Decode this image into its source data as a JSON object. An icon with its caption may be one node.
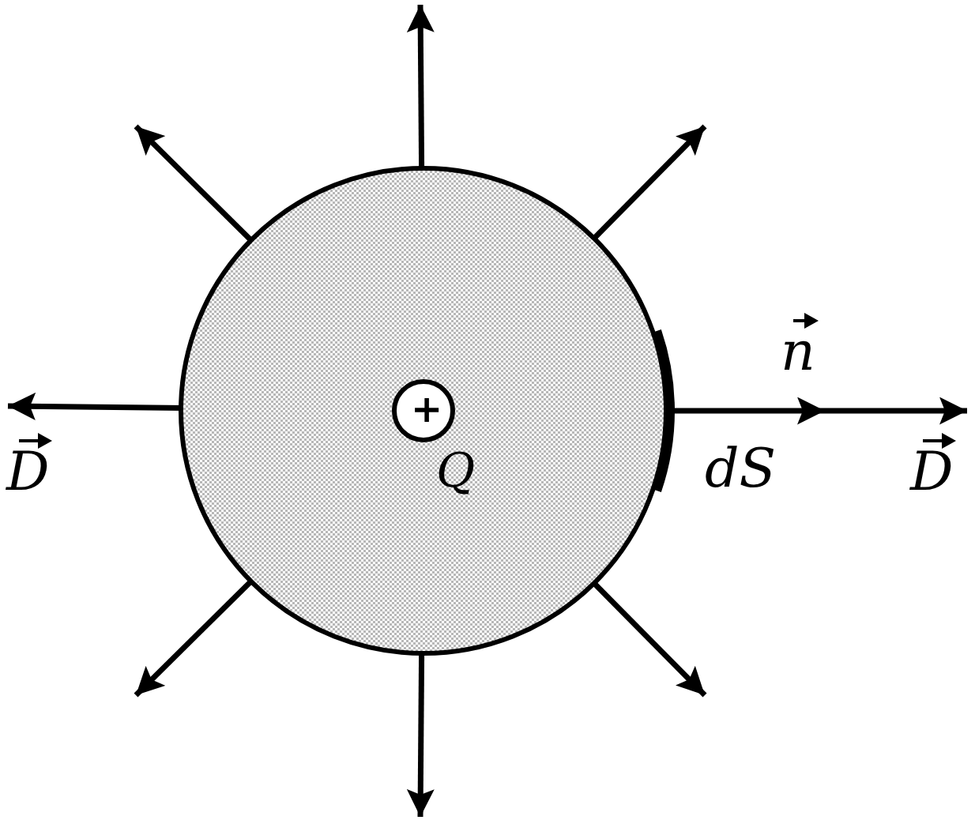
{
  "diagram": {
    "nodes": [
      {
        "text": [],
        "shape": "circle"
      },
      {
        "text": [
          "+"
        ],
        "in": 0,
        "beside": [
          "Q"
        ]
      }
    ],
    "edges": [
      {
        "from": 1,
        "to": null,
        "arrow": "to"
      },
      {
        "from": 1,
        "to": null,
        "arrow": "to"
      },
      {
        "from": 1,
        "to": null,
        "arrow": "to"
      },
      {
        "from": 1,
        "to": null,
        "arrow": "to"
      },
      {
        "from": 1,
        "to": null,
        "arrow": "to"
      },
      {
        "from": 1,
        "to": null,
        "arrow": "to"
      },
      {
        "from": 1,
        "to": null,
        "arrow": "to"
      },
      {
        "from": 1,
        "to": null,
        "arrow": "to"
      }
    ],
    "labels": [
      "n",
      "dS",
      "D",
      "D"
    ]
  }
}
